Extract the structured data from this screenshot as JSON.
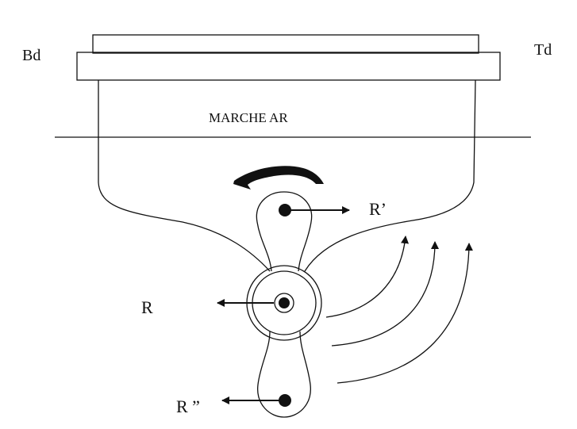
{
  "labels": {
    "port": "Bd",
    "starboard": "Td",
    "mode": "MARCHE  AR",
    "r_prime": "R’",
    "r": "R",
    "r_double": "R ”"
  }
}
